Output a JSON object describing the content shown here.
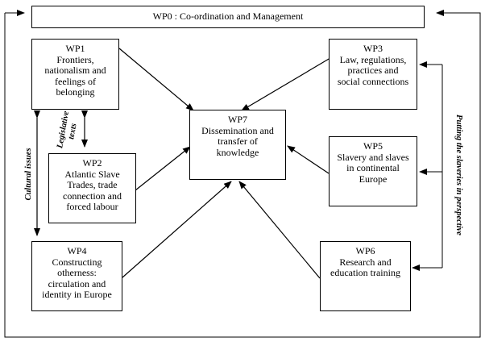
{
  "boxes": {
    "wp0": {
      "lines": [
        "WP0 : Co-ordination and Management"
      ]
    },
    "wp1": {
      "lines": [
        "WP1",
        "Frontiers,",
        "nationalism and",
        "feelings of",
        "belonging"
      ]
    },
    "wp2": {
      "lines": [
        "WP2",
        "Atlantic Slave",
        "Trades, trade",
        "connection and",
        "forced labour"
      ]
    },
    "wp3": {
      "lines": [
        "WP3",
        "Law, regulations,",
        "practices and",
        "social connections"
      ]
    },
    "wp4": {
      "lines": [
        "WP4",
        "Constructing",
        "otherness:",
        "circulation and",
        "identity in Europe"
      ]
    },
    "wp5": {
      "lines": [
        "WP5",
        "Slavery and slaves",
        "in continental",
        "Europe"
      ]
    },
    "wp6": {
      "lines": [
        "WP6",
        "Research and",
        "education training"
      ]
    },
    "wp7": {
      "lines": [
        "WP7",
        "Dissemination and",
        "transfer of",
        "knowledge"
      ]
    }
  },
  "side_labels": {
    "cultural_issues": "Cultural issues",
    "legislative_texts": [
      "Legislative",
      "texts"
    ],
    "putting_in_perspective": "Putting the slaveries in perspective"
  },
  "colors": {
    "line": "#000000",
    "background": "#ffffff"
  }
}
